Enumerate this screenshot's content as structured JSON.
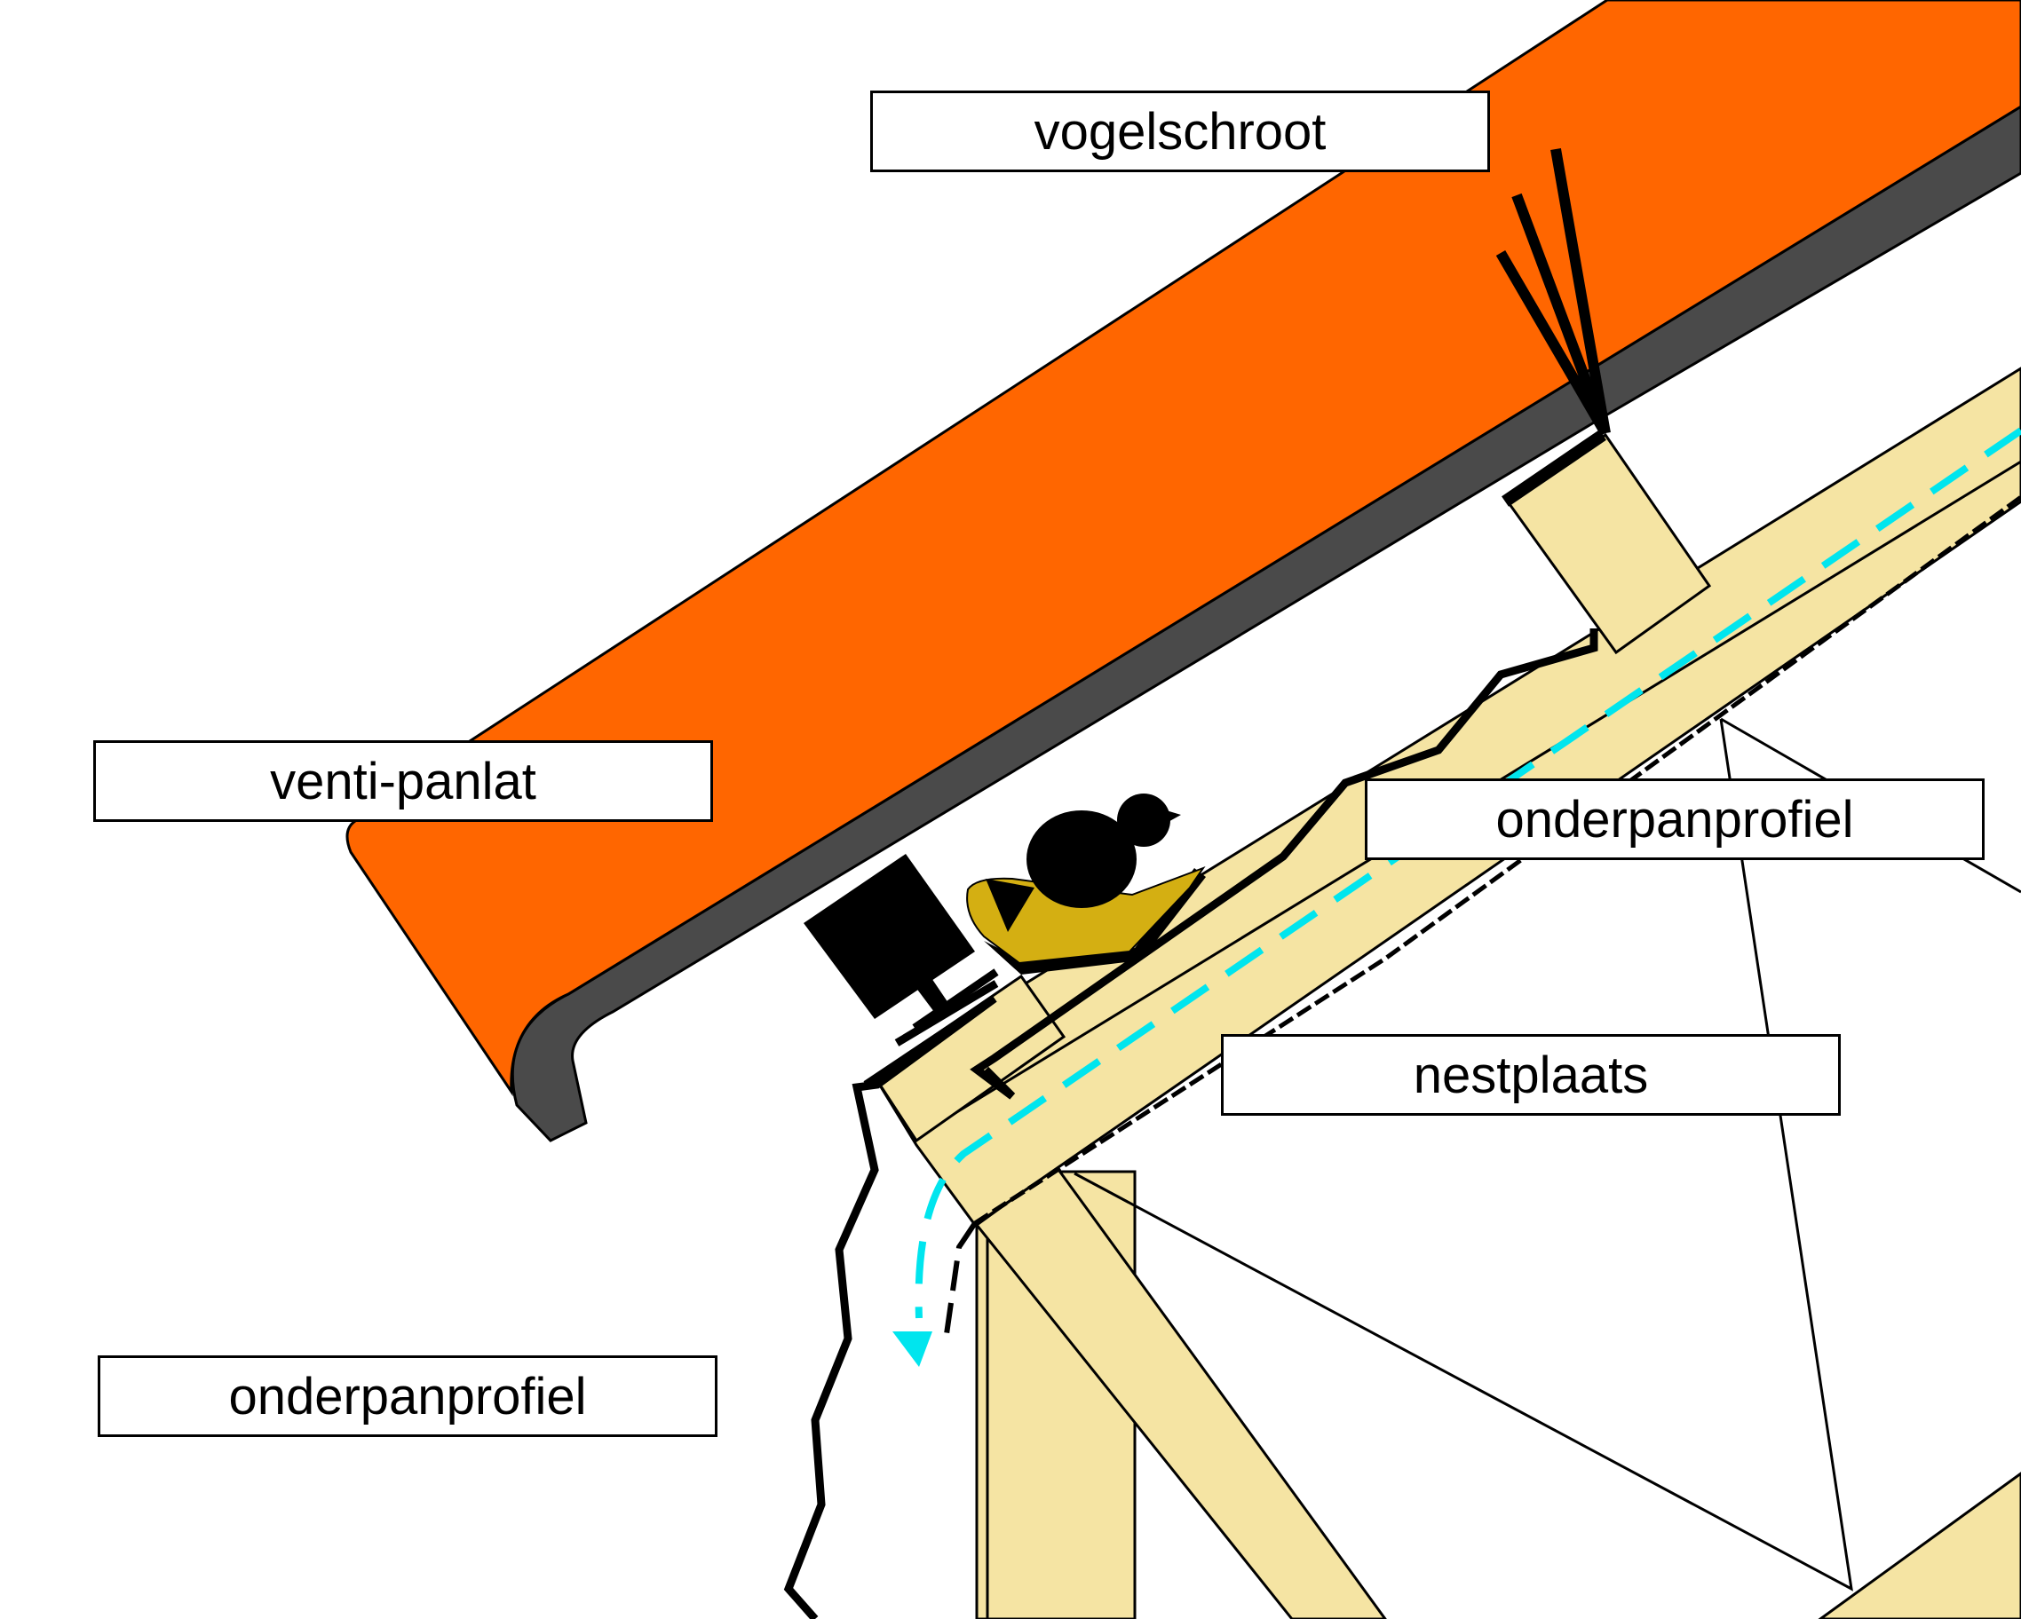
{
  "labels": {
    "vogelschroot": "vogelschroot",
    "venti_panlat": "venti-panlat",
    "onderpanprofiel_right": "onderpanprofiel",
    "nestplaats": "nestplaats",
    "onderpanprofiel_left": "onderpanprofiel"
  },
  "colors": {
    "roof_tile": "#ff6600",
    "tile_edge": "#4a4a4a",
    "wood": "#f5e4a3",
    "nest": "#d4af12",
    "bird": "#000000",
    "airflow": "#00e5ee"
  },
  "icons": {
    "bird": "bird-icon",
    "nest": "nest-icon",
    "airflow_arrow": "airflow-arrow-icon",
    "bird_spikes": "bird-spikes-icon"
  }
}
